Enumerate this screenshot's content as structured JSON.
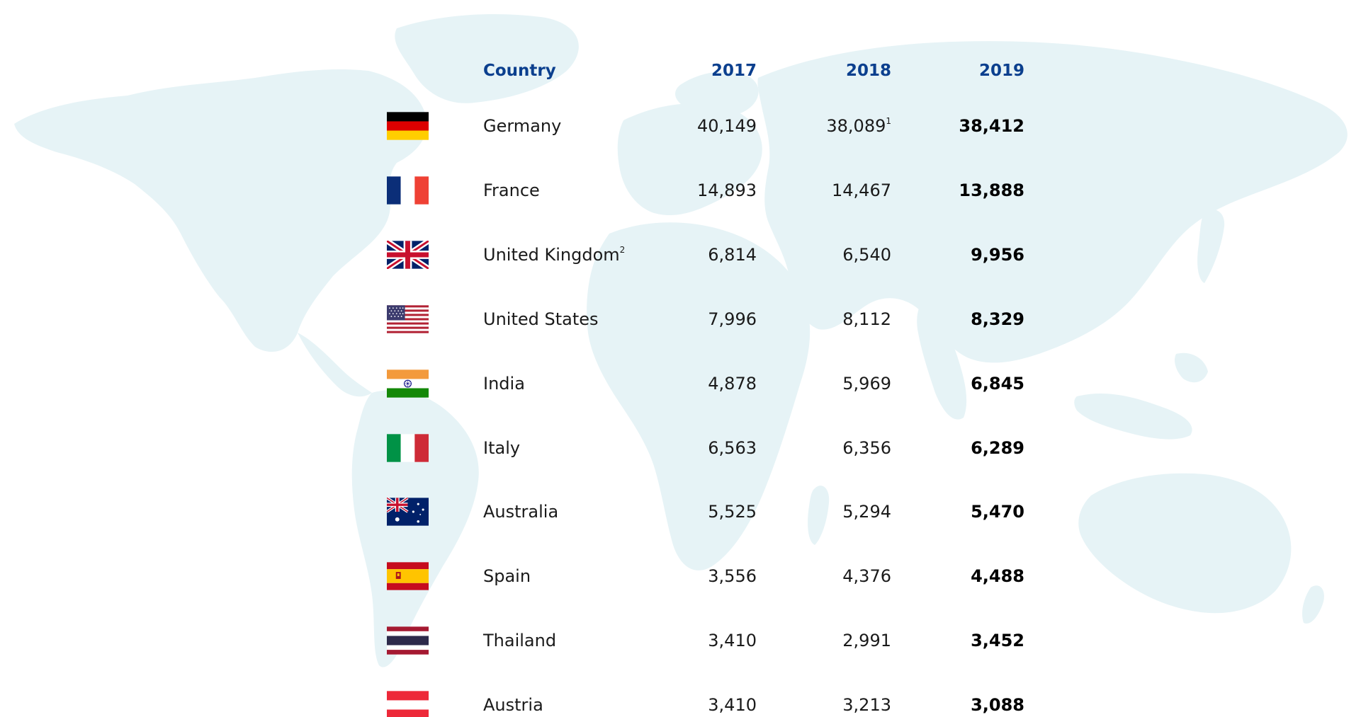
{
  "table": {
    "header": {
      "country": "Country",
      "y2017": "2017",
      "y2018": "2018",
      "y2019": "2019"
    },
    "rows": [
      {
        "flag": "germany-flag-icon",
        "country": "Germany",
        "country_sup": "",
        "y2017": "40,149",
        "y2018": "38,089",
        "y2018_sup": "1",
        "y2019": "38,412"
      },
      {
        "flag": "france-flag-icon",
        "country": "France",
        "country_sup": "",
        "y2017": "14,893",
        "y2018": "14,467",
        "y2018_sup": "",
        "y2019": "13,888"
      },
      {
        "flag": "united-kingdom-flag-icon",
        "country": "United Kingdom",
        "country_sup": "2",
        "y2017": "6,814",
        "y2018": "6,540",
        "y2018_sup": "",
        "y2019": "9,956"
      },
      {
        "flag": "united-states-flag-icon",
        "country": "United States",
        "country_sup": "",
        "y2017": "7,996",
        "y2018": "8,112",
        "y2018_sup": "",
        "y2019": "8,329"
      },
      {
        "flag": "india-flag-icon",
        "country": "India",
        "country_sup": "",
        "y2017": "4,878",
        "y2018": "5,969",
        "y2018_sup": "",
        "y2019": "6,845"
      },
      {
        "flag": "italy-flag-icon",
        "country": "Italy",
        "country_sup": "",
        "y2017": "6,563",
        "y2018": "6,356",
        "y2018_sup": "",
        "y2019": "6,289"
      },
      {
        "flag": "australia-flag-icon",
        "country": "Australia",
        "country_sup": "",
        "y2017": "5,525",
        "y2018": "5,294",
        "y2018_sup": "",
        "y2019": "5,470"
      },
      {
        "flag": "spain-flag-icon",
        "country": "Spain",
        "country_sup": "",
        "y2017": "3,556",
        "y2018": "4,376",
        "y2018_sup": "",
        "y2019": "4,488"
      },
      {
        "flag": "thailand-flag-icon",
        "country": "Thailand",
        "country_sup": "",
        "y2017": "3,410",
        "y2018": "2,991",
        "y2018_sup": "",
        "y2019": "3,452"
      },
      {
        "flag": "austria-flag-icon",
        "country": "Austria",
        "country_sup": "",
        "y2017": "3,410",
        "y2018": "3,213",
        "y2018_sup": "",
        "y2019": "3,088"
      }
    ]
  },
  "colors": {
    "header_text": "#0b3f8e",
    "body_text": "#1a1a1a",
    "map_fill": "#e6f3f6"
  },
  "background": {
    "icon": "world-map-icon"
  }
}
